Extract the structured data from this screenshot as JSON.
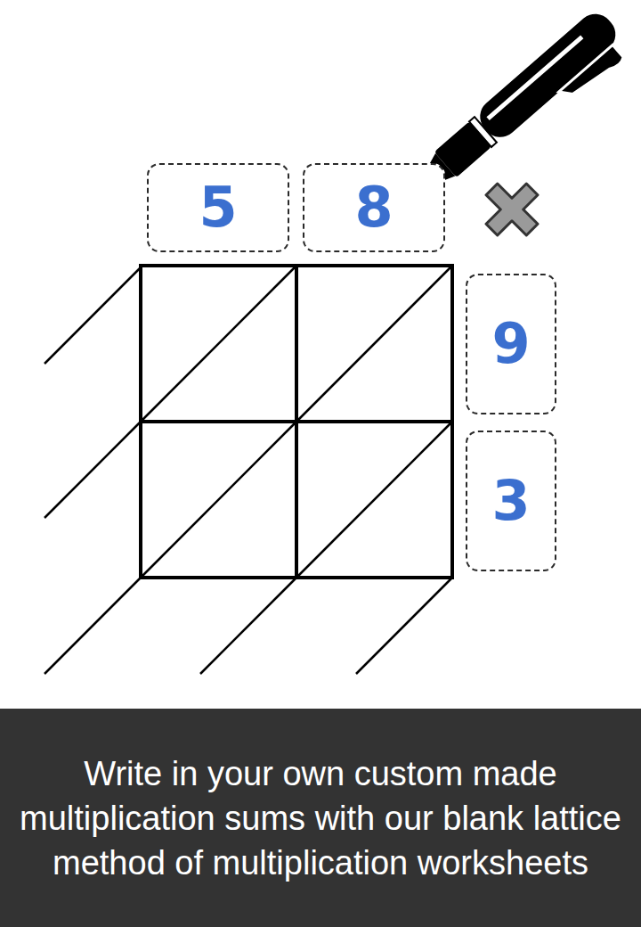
{
  "diagram": {
    "caption": "Write in your own custom made multiplication sums with our blank lattice method of multiplication worksheets",
    "nodes": [
      {
        "text": [
          "5"
        ]
      },
      {
        "text": [
          "8"
        ]
      },
      {
        "text": [
          "9"
        ]
      },
      {
        "text": [
          "3"
        ]
      }
    ]
  }
}
